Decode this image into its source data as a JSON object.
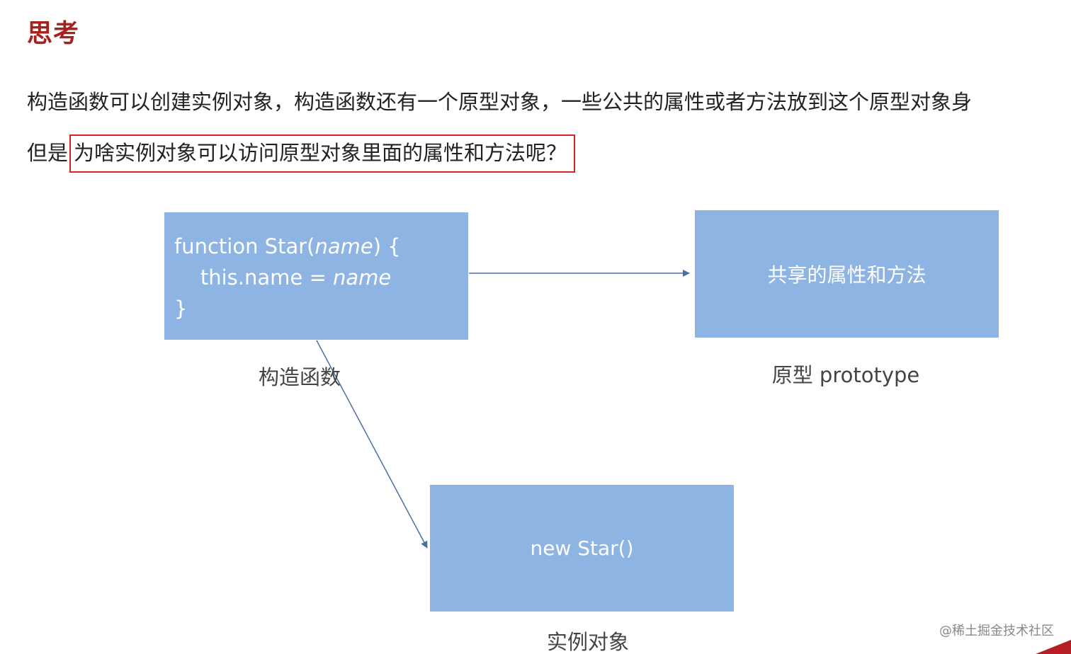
{
  "heading": "思考",
  "paragraph": {
    "line1": "构造函数可以创建实例对象，构造函数还有一个原型对象，一些公共的属性或者方法放到这个原型对象身",
    "line2_prefix": "但是",
    "line2_highlight": "为啥实例对象可以访问原型对象里面的属性和方法呢？"
  },
  "diagram": {
    "constructor_box": {
      "code_line1_a": "function Star(",
      "code_line1_param": "name",
      "code_line1_b": ") {",
      "code_line2_a": "    this.name = ",
      "code_line2_param": "name",
      "code_line3": "}",
      "caption": "构造函数"
    },
    "prototype_box": {
      "text": "共享的属性和方法",
      "caption": "原型 prototype"
    },
    "instance_box": {
      "text": "new Star()",
      "caption": "实例对象"
    },
    "arrow_color": "#4a6fa5",
    "box_color": "#8eb4e3"
  },
  "watermark": "@稀土掘金技术社区",
  "accent_color": "#a5221f",
  "highlight_border_color": "#d8232a"
}
